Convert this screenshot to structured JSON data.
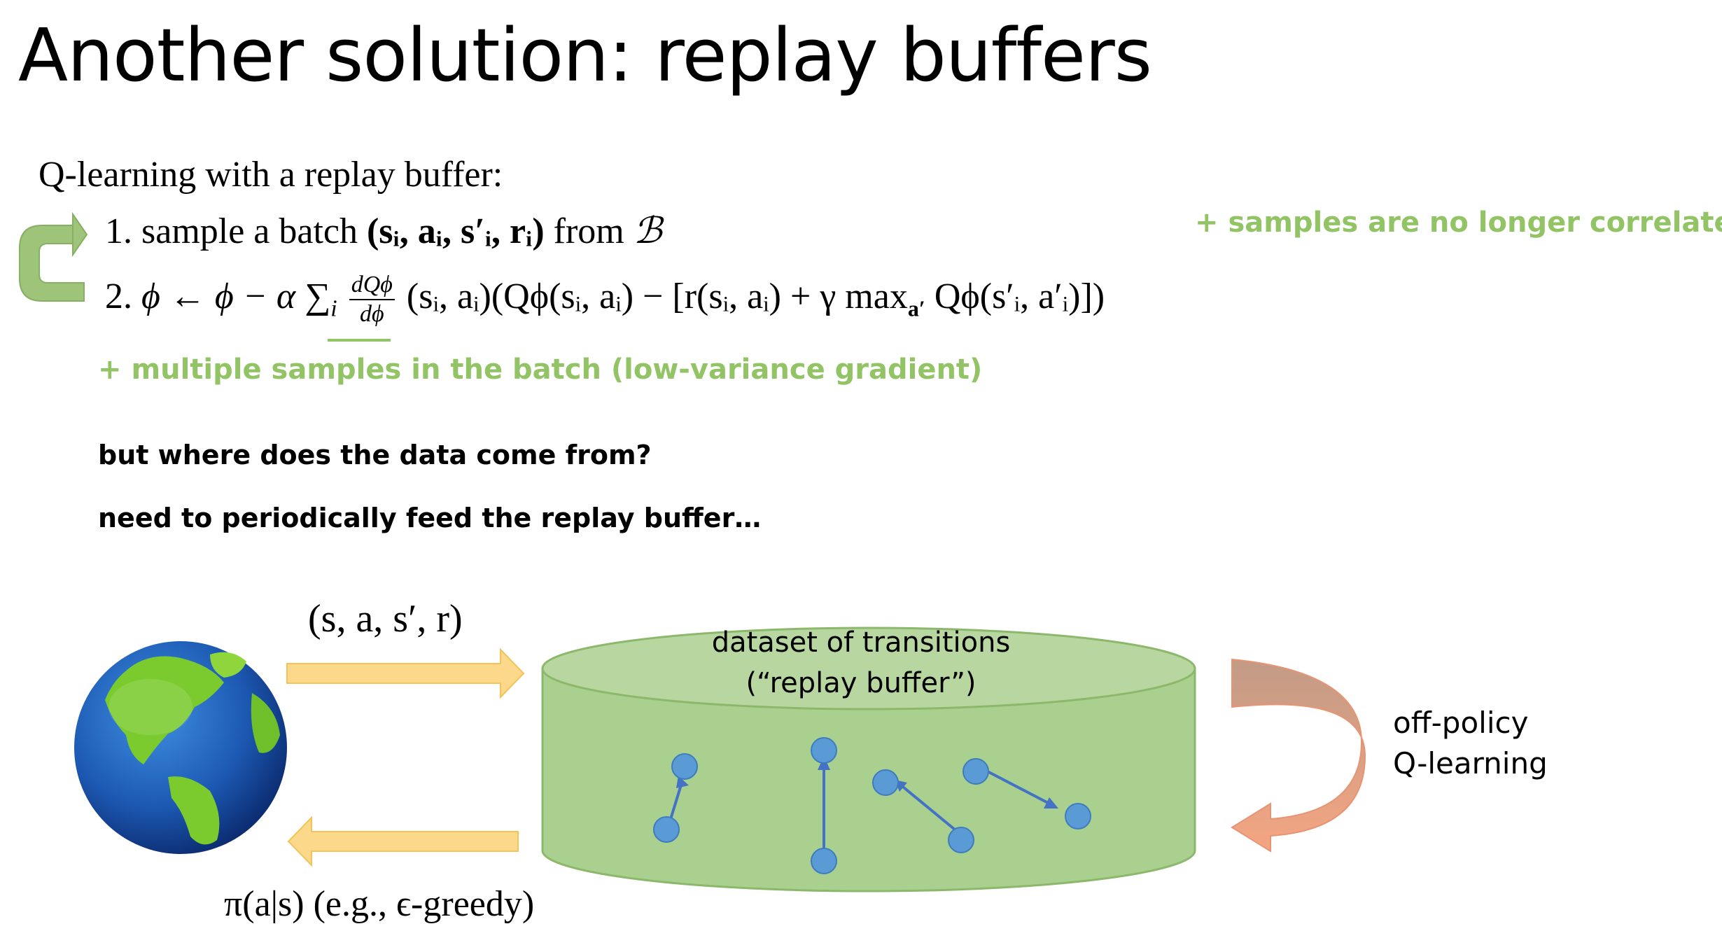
{
  "slide": {
    "title": "Another solution: replay buffers"
  },
  "algorithm": {
    "heading": "Q-learning with a replay buffer:",
    "step1": {
      "number": "1.",
      "text": "sample a batch",
      "tuple": "(sᵢ, aᵢ, s′ᵢ, rᵢ)",
      "from": "from",
      "buffer": "ℬ"
    },
    "step2": {
      "number": "2.",
      "lhs": "ϕ ← ϕ − α ∑",
      "sum_index": "i",
      "frac_num": "dQϕ",
      "frac_den": "dϕ",
      "rhs": "(sᵢ, aᵢ)(Qϕ(sᵢ, aᵢ) − [r(sᵢ, aᵢ) + γ max",
      "max_sub": "a′",
      "rhs_end": "Qϕ(s′ᵢ, a′ᵢ)])"
    }
  },
  "notes": {
    "uncorrelated": "+ samples are no longer correlated",
    "batch": "+ multiple samples in the batch (low-variance gradient)",
    "question": "but where does the data come from?",
    "feed": "need to periodically feed the replay buffer…"
  },
  "diagram": {
    "tuple_label": "(s, a, s′, r)",
    "dataset_line1": "dataset of transitions",
    "dataset_line2": "(“replay buffer”)",
    "offpolicy_line1": "off-policy",
    "offpolicy_line2": "Q-learning",
    "policy_label": "π(a|s) (e.g., ϵ-greedy)",
    "icons": [
      "globe-icon",
      "loop-arrow-icon",
      "curved-arrow-icon"
    ]
  },
  "colors": {
    "note_green": "#92c465",
    "cylinder_fill": "#a9d08e",
    "cylinder_top": "#b8d7a0",
    "node_blue": "#5b9bd5",
    "yellow_arrow": "#fcd88a",
    "orange_arrow": "#f4a582",
    "loop_arrow": "#9dc479"
  }
}
